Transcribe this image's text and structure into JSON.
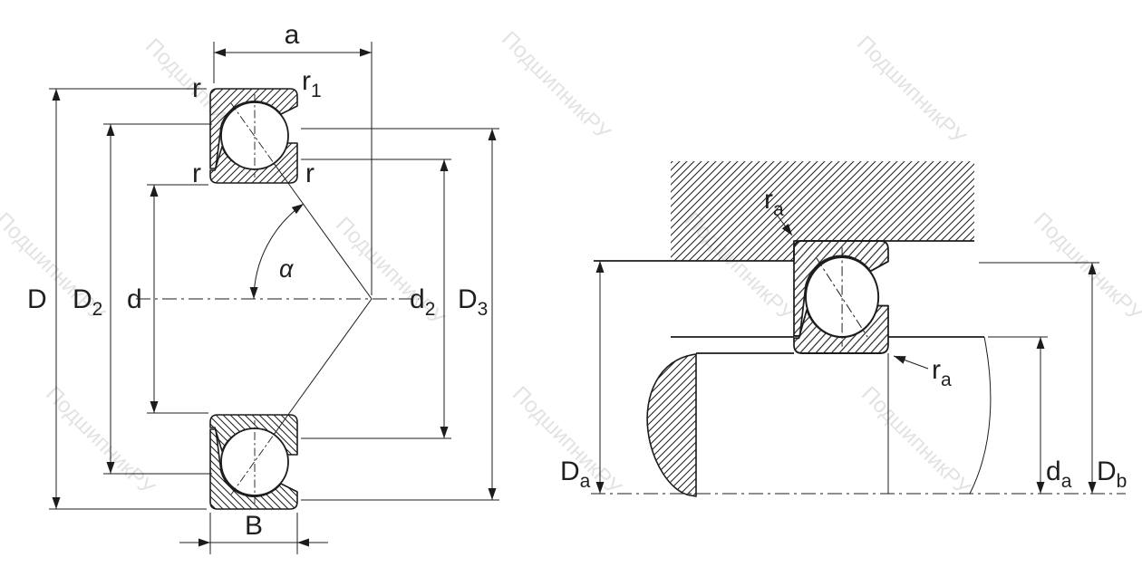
{
  "watermark": {
    "text": "ПодшипникРУ"
  },
  "left_diagram": {
    "labels": {
      "a": "a",
      "r_top_left": "r",
      "r1_base": "r",
      "r1_sub": "1",
      "r_mid_left": "r",
      "r_mid_right": "r",
      "alpha": "α",
      "D": "D",
      "D2_base": "D",
      "D2_sub": "2",
      "d": "d",
      "d2_base": "d",
      "d2_sub": "2",
      "D3_base": "D",
      "D3_sub": "3",
      "B": "B"
    }
  },
  "right_diagram": {
    "labels": {
      "ra_top_base": "r",
      "ra_top_sub": "a",
      "ra_bottom_base": "r",
      "ra_bottom_sub": "a",
      "Da_base": "D",
      "Da_sub": "a",
      "da_base": "d",
      "da_sub": "a",
      "Db_base": "D",
      "Db_sub": "b"
    }
  }
}
